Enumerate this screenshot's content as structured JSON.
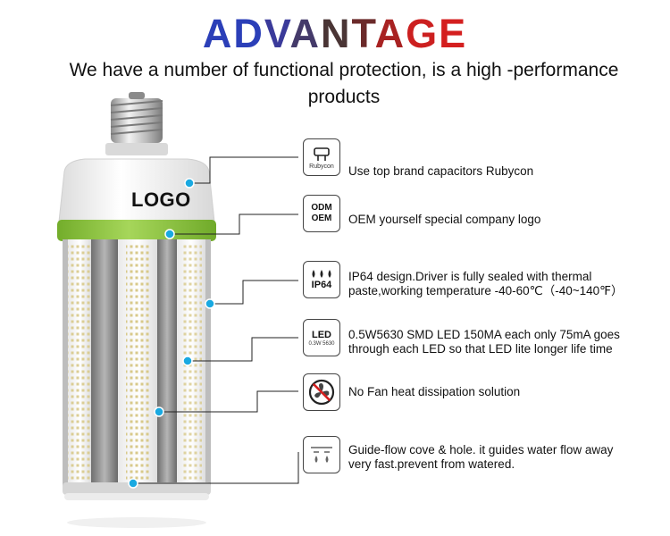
{
  "header": {
    "title_letters": [
      {
        "ch": "A",
        "color": "#2b3fb8"
      },
      {
        "ch": "D",
        "color": "#2b3fb8"
      },
      {
        "ch": "V",
        "color": "#3a3a9a"
      },
      {
        "ch": "A",
        "color": "#443a6a"
      },
      {
        "ch": "N",
        "color": "#4a3535"
      },
      {
        "ch": "T",
        "color": "#6b2a2a"
      },
      {
        "ch": "A",
        "color": "#a82222"
      },
      {
        "ch": "G",
        "color": "#cc2020"
      },
      {
        "ch": "E",
        "color": "#d41f1f"
      }
    ],
    "subtitle_line1": "We have a  number of functional protection, is a  high -performance",
    "subtitle_line2": "products"
  },
  "product": {
    "logo_label": "LOGO"
  },
  "features": [
    {
      "icon": "capacitor-icon",
      "icon_label": "Rubycon",
      "lines": [
        "Use top brand capacitors Rubycon"
      ]
    },
    {
      "icon": "odm-oem-icon",
      "icon_label_1": "ODM",
      "icon_label_2": "OEM",
      "lines": [
        "OEM yourself special company logo"
      ]
    },
    {
      "icon": "ip64-icon",
      "icon_label": "IP64",
      "lines": [
        "IP64 design.Driver is fully sealed with thermal",
        "paste,working temperature -40-60℃（-40~140℉）"
      ]
    },
    {
      "icon": "led-icon",
      "icon_label_1": "LED",
      "icon_label_2": "0.3W 5630",
      "lines": [
        "0.5W5630 SMD LED 150MA each only 75mA goes",
        "through each LED so that LED lite longer life time"
      ]
    },
    {
      "icon": "no-fan-icon",
      "lines": [
        "No Fan heat dissipation solution"
      ]
    },
    {
      "icon": "water-drip-icon",
      "lines": [
        "Guide-flow cove & hole. it guides water flow away",
        "very fast.prevent from watered."
      ]
    }
  ],
  "colors": {
    "accent_green": "#8cc63f",
    "dot_blue": "#19a9e1",
    "bulb_white": "#f7f7f7",
    "heatsink_gray": "#9a9a9a"
  }
}
